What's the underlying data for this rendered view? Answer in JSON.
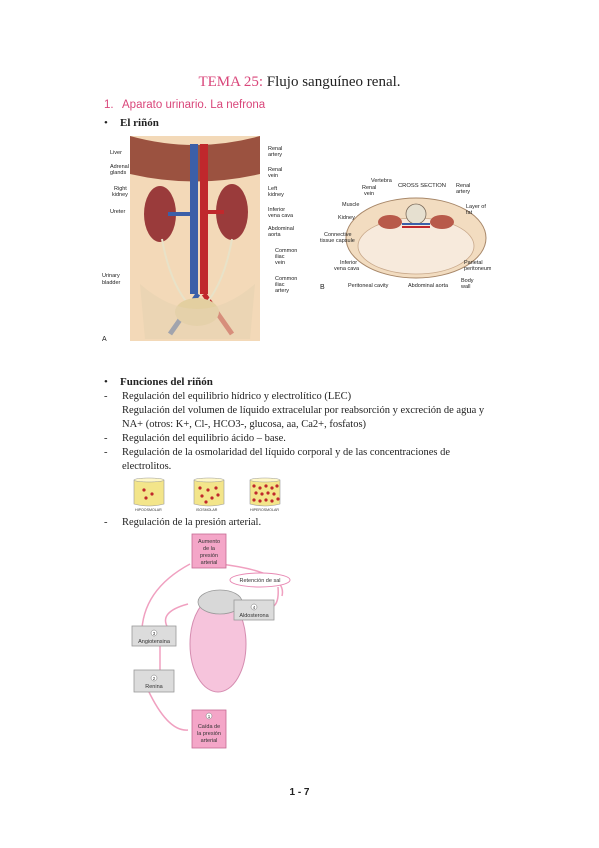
{
  "header": {
    "tema": "TEMA 25:",
    "title": "Flujo sanguíneo renal."
  },
  "section1": {
    "number": "1.",
    "label": "Aparato urinario. La nefrona"
  },
  "bullet_rinon": "El riñón",
  "figure_a": {
    "labels": {
      "liver": "Liver",
      "adrenal1": "Adrenal",
      "adrenal2": "glands",
      "right_kidney1": "Right",
      "right_kidney2": "kidney",
      "ureter": "Ureter",
      "urinary1": "Urinary",
      "urinary2": "bladder",
      "renal_artery1": "Renal",
      "renal_artery2": "artery",
      "renal_vein1": "Renal",
      "renal_vein2": "vein",
      "left_kidney1": "Left",
      "left_kidney2": "kidney",
      "ivc1": "Inferior",
      "ivc2": "vena cava",
      "aorta1": "Abdominal",
      "aorta2": "aorta",
      "iliac_vein1": "Common",
      "iliac_vein2": "iliac",
      "iliac_vein3": "vein",
      "iliac_artery1": "Common",
      "iliac_artery2": "iliac",
      "iliac_artery3": "artery",
      "letter": "A"
    }
  },
  "figure_b": {
    "labels": {
      "vertebra": "Vertebra",
      "cross_section": "CROSS SECTION",
      "renal_vein1": "Renal",
      "renal_vein2": "vein",
      "renal_artery1": "Renal",
      "renal_artery2": "artery",
      "muscle": "Muscle",
      "kidney": "Kidney",
      "layer1": "Layer of",
      "layer2": "fat",
      "connective1": "Connective",
      "connective2": "tissue capsule",
      "ivc1": "Inferior",
      "ivc2": "vena cava",
      "parietal1": "Parietal",
      "parietal2": "peritoneum",
      "body1": "Body",
      "body2": "wall",
      "peritoneal": "Peritoneal cavity",
      "aorta": "Abdominal aorta",
      "letter": "B"
    }
  },
  "bullet_funciones": "Funciones del riñón",
  "funciones": [
    "Regulación del equilibrio hídrico y electrolítico (LEC)",
    "Regulación del volumen de líquido extracelular por reabsorción y excreción de agua y",
    "NA+ (otros: K+, Cl-, HCO3-, glucosa, aa, Ca2+, fosfatos)",
    "Regulación del equilibrio ácido – base.",
    "Regulación de la osmolaridad del líquido corporal y de las concentraciones de",
    "electrolitos."
  ],
  "beakers": [
    "HIPOOSMOLAR",
    "ISOSMOLAR",
    "HIPEROSMOLAR"
  ],
  "presion": "Regulación de la presión arterial.",
  "figure_c": {
    "aumento1": "Aumento",
    "aumento2": "de la",
    "aumento3": "presión",
    "aumento4": "arterial",
    "retencion": "Retención de sal",
    "n4": "4",
    "aldosterona": "Aldosterona",
    "n3": "3",
    "angiotensina": "Angiotensina",
    "n2": "2",
    "renina": "Renina",
    "n1": "1",
    "caida1": "Caída de",
    "caida2": "la presión",
    "caida3": "arterial"
  },
  "footer": "1 - 7",
  "colors": {
    "accent": "#d9467a",
    "pink_box": "#f4a6c8",
    "grey_box": "#dcdcdc"
  }
}
